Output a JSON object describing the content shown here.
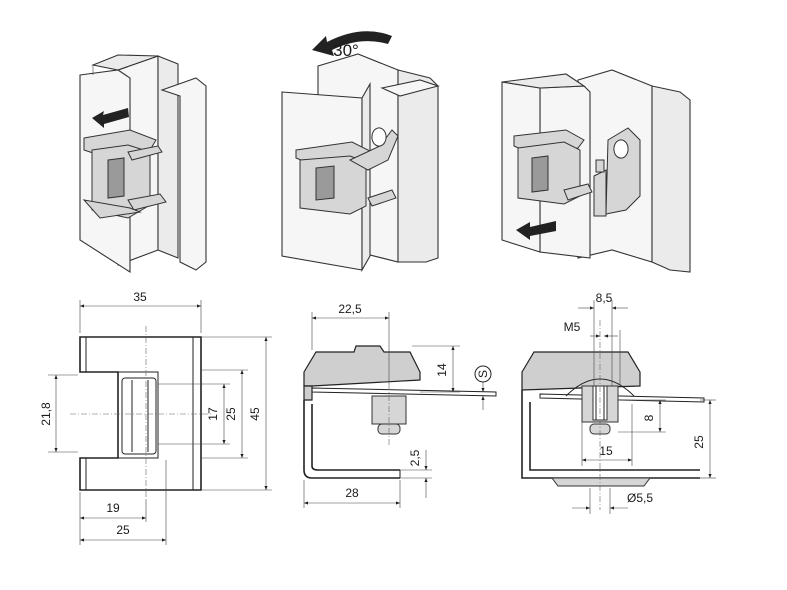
{
  "views": {
    "iso_open": {
      "rotation_label": "30°"
    },
    "front": {
      "dim_width": "35",
      "dim_height_left": "21,8",
      "dim_h1": "17",
      "dim_h2": "25",
      "dim_h3": "45",
      "dim_bottom1": "19",
      "dim_bottom2": "25"
    },
    "side": {
      "dim_top": "22,5",
      "dim_right": "14",
      "symbol_s": "S",
      "dim_thickness": "2,5",
      "dim_bottom": "28"
    },
    "section": {
      "dim_top": "8,5",
      "thread": "M5",
      "dim_8": "8",
      "dim_15": "15",
      "dim_25": "25",
      "dim_dia": "Ø5,5"
    }
  },
  "colors": {
    "line": "#222222",
    "fill": "#d6d6d6",
    "panel": "#ebebeb"
  }
}
